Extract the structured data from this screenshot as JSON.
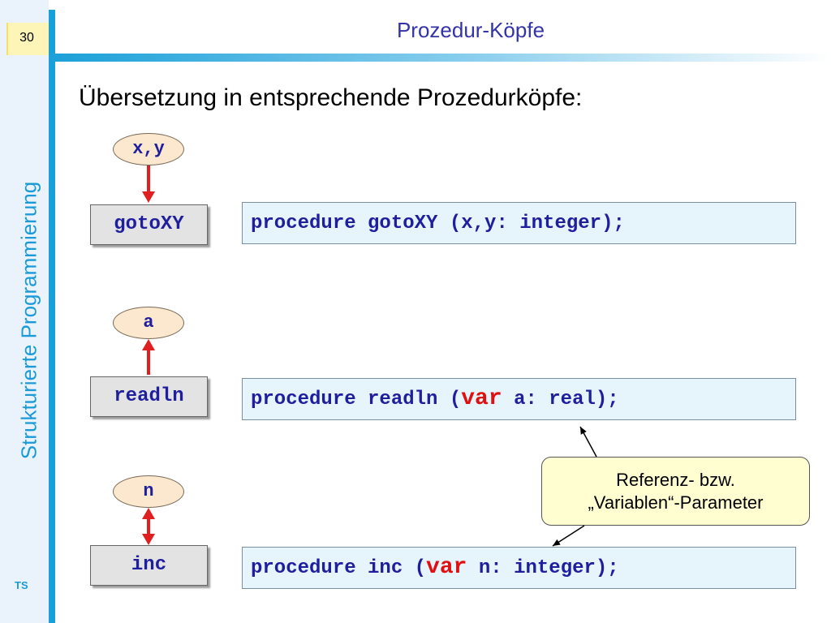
{
  "slide": {
    "page_number": "30",
    "title": "Prozedur-Köpfe",
    "side_title": "Strukturierte Programmierung",
    "footer_initials": "TS",
    "heading": "Übersetzung in entsprechende Prozedurköpfe:"
  },
  "rows": [
    {
      "param": "x,y",
      "proc": "gotoXY",
      "arrow_direction": "down",
      "code_before": "procedure gotoXY (x,y: integer);",
      "keyword": "",
      "code_after": ""
    },
    {
      "param": "a",
      "proc": "readln",
      "arrow_direction": "up",
      "code_before": "procedure readln (",
      "keyword": "var",
      "code_after": " a: real);"
    },
    {
      "param": "n",
      "proc": "inc",
      "arrow_direction": "both",
      "code_before": "procedure inc (",
      "keyword": "var",
      "code_after": " n: integer);"
    }
  ],
  "callout": {
    "line1": "Referenz-  bzw.",
    "line2": "„Variablen“-Parameter"
  },
  "colors": {
    "accent_blue": "#1aa0d8",
    "code_blue": "#1f1f9e",
    "keyword_red": "#e01010",
    "arrow_red": "#e02020"
  }
}
